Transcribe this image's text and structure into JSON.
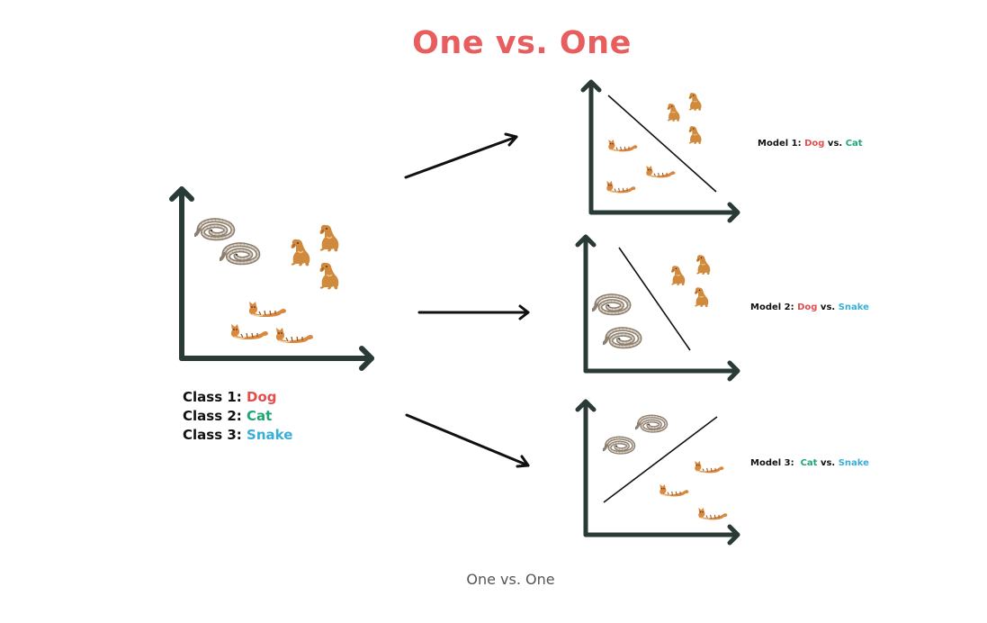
{
  "title": "One vs. One",
  "legend": {
    "class1_prefix": "Class 1: ",
    "class1_name": "Dog",
    "class2_prefix": "Class 2: ",
    "class2_name": "Cat",
    "class3_prefix": "Class 3: ",
    "class3_name": "Snake"
  },
  "models": [
    {
      "prefix": "Model 1: ",
      "a": "Dog",
      "vs": " vs. ",
      "b": "Cat"
    },
    {
      "prefix": "Model 2: ",
      "a": "Dog",
      "vs": " vs. ",
      "b": "Snake"
    },
    {
      "prefix": "Model 3:  ",
      "a": "Cat",
      "vs": " vs. ",
      "b": "Snake"
    }
  ],
  "caption": "One vs. One",
  "colors": {
    "title": "#e85d5d",
    "dog": "#e04e4e",
    "cat": "#1fa673",
    "snake": "#3aaed8",
    "axis": "#2a3b37"
  },
  "icons": [
    "dog-icon",
    "cat-icon",
    "snake-icon"
  ]
}
